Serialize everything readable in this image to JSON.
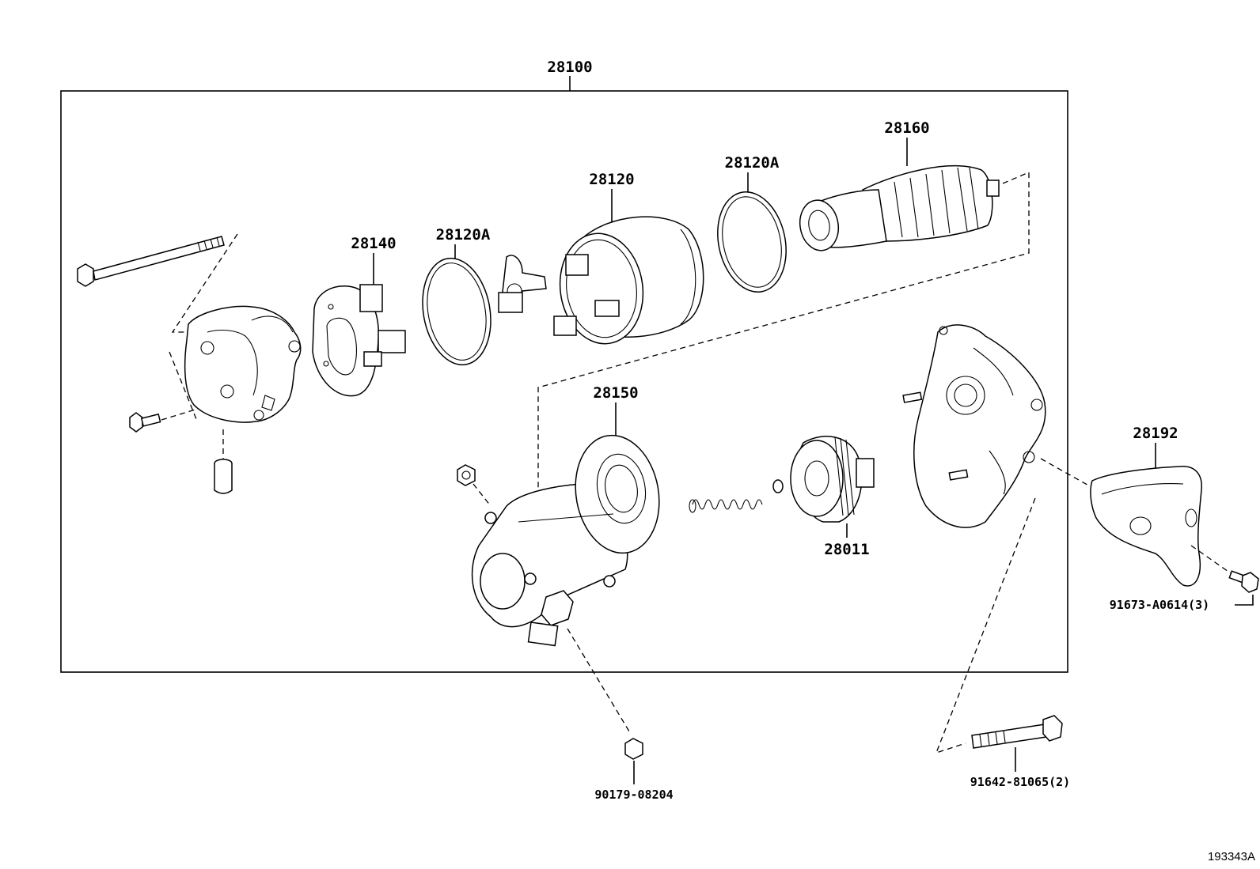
{
  "diagram": {
    "assembly_label": "28100",
    "figure_ref": "193343A",
    "parts": [
      {
        "id": "28160",
        "label": "28160"
      },
      {
        "id": "28120",
        "label": "28120"
      },
      {
        "id": "28120A_right",
        "label": "28120A"
      },
      {
        "id": "28120A_left",
        "label": "28120A"
      },
      {
        "id": "28140",
        "label": "28140"
      },
      {
        "id": "28150",
        "label": "28150"
      },
      {
        "id": "28011",
        "label": "28011"
      },
      {
        "id": "28192",
        "label": "28192"
      },
      {
        "id": "bolt_91673",
        "label": "91673-A0614(3)"
      },
      {
        "id": "nut_90179",
        "label": "90179-08204"
      },
      {
        "id": "bolt_91642",
        "label": "91642-81065(2)"
      }
    ]
  }
}
